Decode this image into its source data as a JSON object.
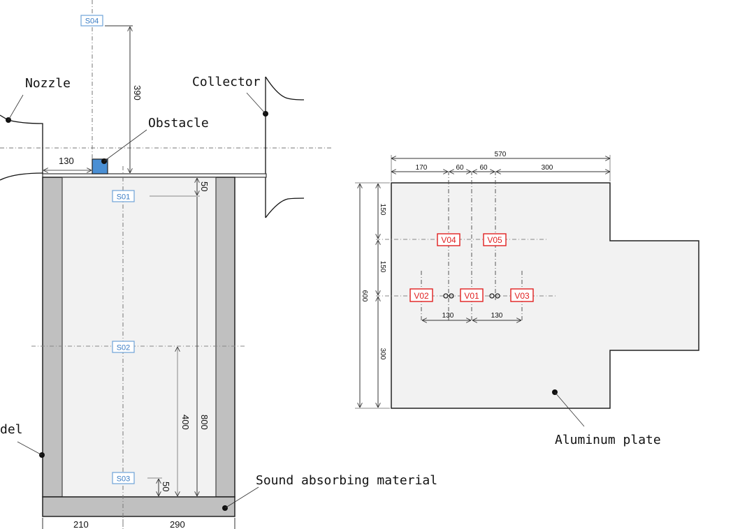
{
  "colors": {
    "sensor_box": "#5b9bd5",
    "marker_red": "#e02020",
    "absorber": "#c0c0c0",
    "interior": "#f2f2f2",
    "obstacle": "#4a8fd4"
  },
  "left_diagram": {
    "labels": {
      "nozzle": "Nozzle",
      "collector": "Collector",
      "obstacle": "Obstacle",
      "model": "del",
      "sound_absorbing": "Sound absorbing material"
    },
    "sensors": [
      "S04",
      "S01",
      "S02",
      "S03"
    ],
    "dimensions": {
      "obstacle_offset": "130",
      "s04_height": "390",
      "s01_depth": "50",
      "s02_depth": "400",
      "total_depth": "800",
      "s03_height": "50",
      "width_left": "210",
      "width_right": "290"
    }
  },
  "right_diagram": {
    "labels": {
      "plate": "Aluminum plate"
    },
    "markers": [
      "V04",
      "V05",
      "V02",
      "V01",
      "V03"
    ],
    "dimensions": {
      "total_width": "570",
      "seg_170": "170",
      "seg_60a": "60",
      "seg_60b": "60",
      "seg_300": "300",
      "total_height": "600",
      "h_150a": "150",
      "h_150b": "150",
      "h_300": "300",
      "v02_v01": "130",
      "v01_v03": "130"
    }
  }
}
